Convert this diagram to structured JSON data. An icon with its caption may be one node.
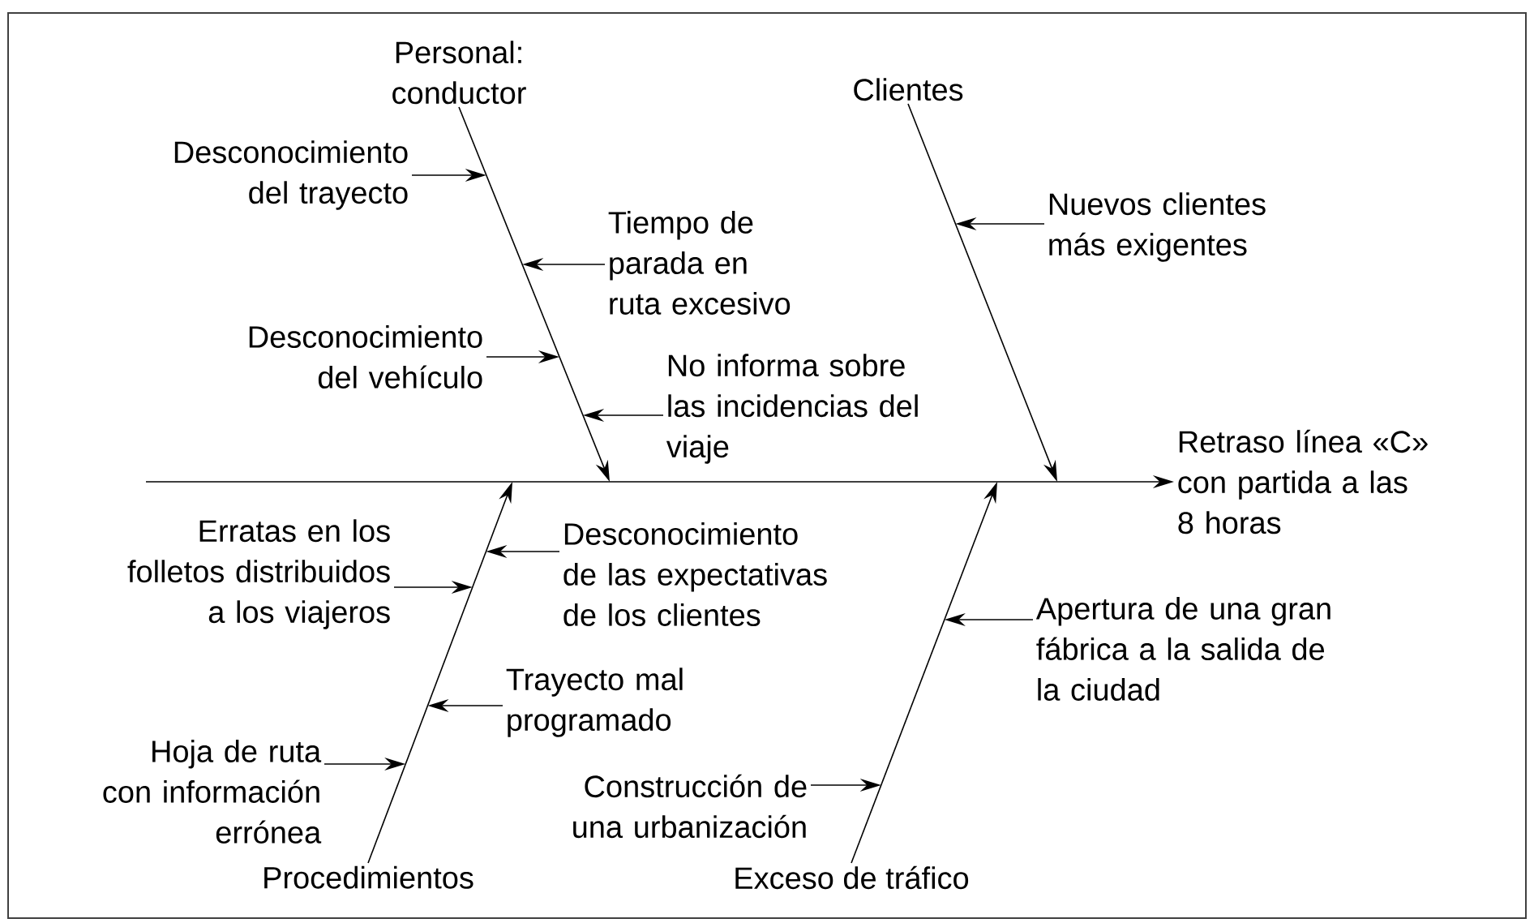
{
  "diagram": {
    "nodes": [
      {
        "text": [
          "Personal: conductor"
        ]
      },
      {
        "text": [
          "Clientes"
        ]
      },
      {
        "text": [
          "Desconocimiento del trayecto"
        ]
      },
      {
        "text": [
          "Tiempo de parada en ruta excesivo"
        ]
      },
      {
        "text": [
          "Nuevos clientes más exigentes"
        ]
      },
      {
        "text": [
          "Desconocimiento del vehículo"
        ]
      },
      {
        "text": [
          "No informa sobre las incidencias del viaje"
        ]
      },
      {
        "text": [
          "Retraso línea «C» con partida a las 8 horas"
        ]
      },
      {
        "text": [
          "Erratas en los folletos distribuidos a los viajeros"
        ]
      },
      {
        "text": [
          "Desconocimiento de las expectativas de los clientes"
        ]
      },
      {
        "text": [
          "Apertura de una gran fábrica a la salida de la ciudad"
        ]
      },
      {
        "text": [
          "Trayecto mal programado"
        ]
      },
      {
        "text": [
          "Hoja de ruta con información errónea"
        ]
      },
      {
        "text": [
          "Construcción de una urbanización"
        ]
      },
      {
        "text": [
          "Procedimientos"
        ]
      },
      {
        "text": [
          "Exceso de tráfico"
        ]
      }
    ],
    "edges": [
      {
        "from": 0,
        "to": null,
        "arrow": "to"
      },
      {
        "from": 1,
        "to": null,
        "arrow": "to"
      },
      {
        "from": 14,
        "to": null,
        "arrow": "to"
      },
      {
        "from": 15,
        "to": null,
        "arrow": "to"
      },
      {
        "from": null,
        "to": 7,
        "arrow": "to"
      },
      {
        "from": 2,
        "to": null,
        "arrow": "to"
      },
      {
        "from": 3,
        "to": null,
        "arrow": "to"
      },
      {
        "from": 4,
        "to": null,
        "arrow": "to"
      },
      {
        "from": 5,
        "to": null,
        "arrow": "to"
      },
      {
        "from": 6,
        "to": null,
        "arrow": "to"
      },
      {
        "from": 8,
        "to": null,
        "arrow": "to"
      },
      {
        "from": 9,
        "to": null,
        "arrow": "to"
      },
      {
        "from": 10,
        "to": null,
        "arrow": "to"
      },
      {
        "from": 11,
        "to": null,
        "arrow": "to"
      },
      {
        "from": 12,
        "to": null,
        "arrow": "to"
      },
      {
        "from": 13,
        "to": null,
        "arrow": "to"
      }
    ]
  }
}
